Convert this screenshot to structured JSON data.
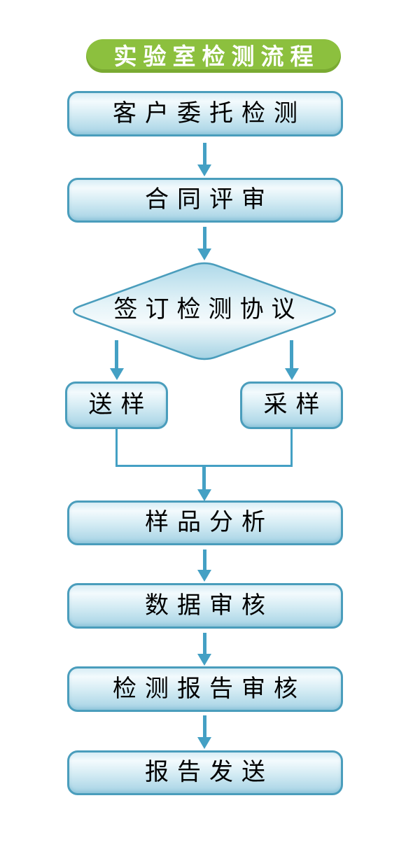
{
  "title": {
    "text": "实验室检测流程",
    "bg_color": "#8cc03e",
    "text_color": "#ffffff"
  },
  "colors": {
    "node_border": "#4a9dbc",
    "node_fill_top": "#f3fafd",
    "node_fill_bottom": "#a6d3e5",
    "arrow": "#44a0c4",
    "label_color": "#000000",
    "background": "#ffffff"
  },
  "nodes": {
    "customer": {
      "label": "客户委托检测"
    },
    "contract": {
      "label": "合同评审"
    },
    "decision": {
      "label": "签订检测协议"
    },
    "send_sample": {
      "label": "送样"
    },
    "collect_sample": {
      "label": "采样"
    },
    "analysis": {
      "label": "样品分析"
    },
    "data_review": {
      "label": "数据审核"
    },
    "report_review": {
      "label": "检测报告审核"
    },
    "report_send": {
      "label": "报告发送"
    }
  }
}
